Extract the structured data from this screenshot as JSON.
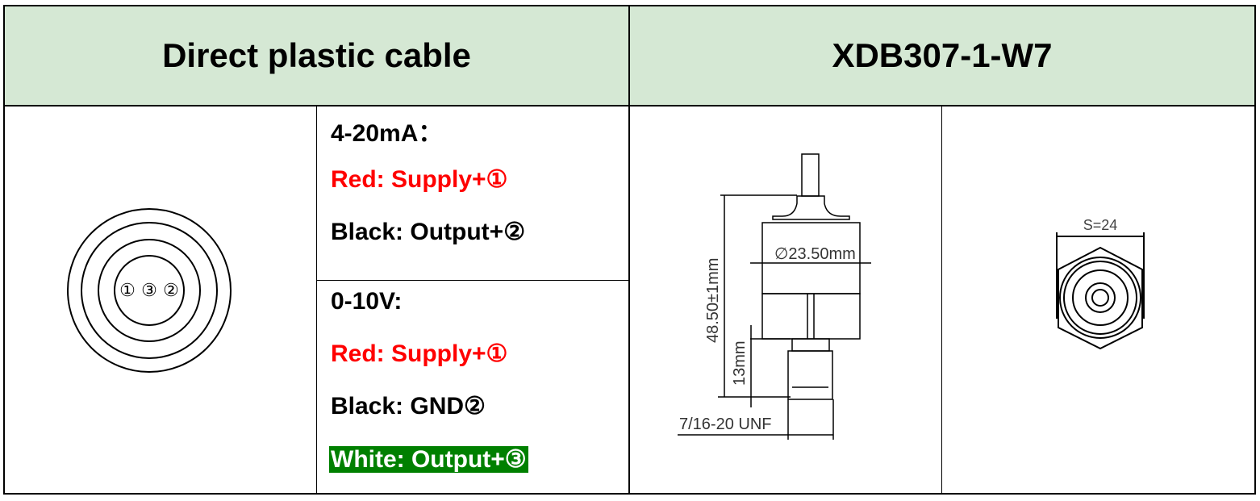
{
  "header": {
    "left_title": "Direct plastic cable",
    "right_title": "XDB307-1-W7"
  },
  "wiring": {
    "current": {
      "title": "4-20mA：",
      "lines": [
        "Red: Supply+①",
        "Black: Output+②"
      ]
    },
    "voltage": {
      "title": "0-10V:",
      "lines": [
        "Red: Supply+①",
        "Black: GND②",
        "White: Output+③"
      ]
    }
  },
  "connector_pins": [
    "①",
    "③",
    "②"
  ],
  "side_drawing": {
    "diameter": "∅23.50mm",
    "height": "48.50±1mm",
    "thread_length": "13mm",
    "thread": "7/16-20 UNF"
  },
  "top_drawing": {
    "hex_size": "S=24"
  },
  "colors": {
    "header_bg": "#d5e8d4",
    "red": "#ff0000",
    "green": "#008000"
  }
}
